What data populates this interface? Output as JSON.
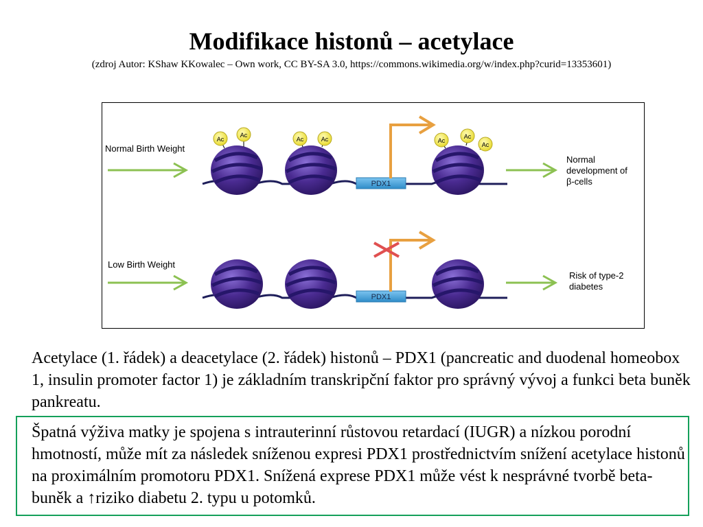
{
  "slide": {
    "title": "Modifikace histonů – acetylace",
    "source": "(zdroj Autor: KShaw KKowalec – Own work, CC BY-SA 3.0, https://commons.wikimedia.org/w/index.php?curid=13353601)"
  },
  "figure": {
    "row1": {
      "label": "Normal Birth Weight",
      "gene": "PDX1",
      "ac_label": "Ac",
      "outcome_lines": [
        "Normal",
        "development of",
        "β-cells"
      ]
    },
    "row2": {
      "label": "Low Birth Weight",
      "gene": "PDX1",
      "outcome_lines": [
        "Risk of type-2",
        "diabetes"
      ]
    },
    "colors": {
      "arrow_green": "#8cc152",
      "nucleosome": "#4a2b91",
      "nucleosome_stripe": "#26166a",
      "ac_fill": "#f2e838",
      "pdx1_box": "#3a9ad4",
      "tss_arrow": "#e8a040",
      "block_cross": "#e05050",
      "frame_border": "#14a05a"
    }
  },
  "text": {
    "paragraph1": "Acetylace (1. řádek) a deacetylace (2. řádek) histonů – PDX1 (pancreatic and duodenal homeobox 1, insulin promoter factor 1) je základním transkripční faktor pro správný vývoj a funkci beta buněk pankreatu.",
    "paragraph2": "Špatná výživa matky je spojena s intrauterinní růstovou retardací (IUGR) a nízkou porodní hmotností, může mít za následek sníženou expresi PDX1 prostřednictvím snížení acetylace histonů na proximálním promotoru PDX1. Snížená exprese PDX1 může vést k nesprávné tvorbě beta-buněk a ↑riziko diabetu 2. typu u potomků."
  }
}
